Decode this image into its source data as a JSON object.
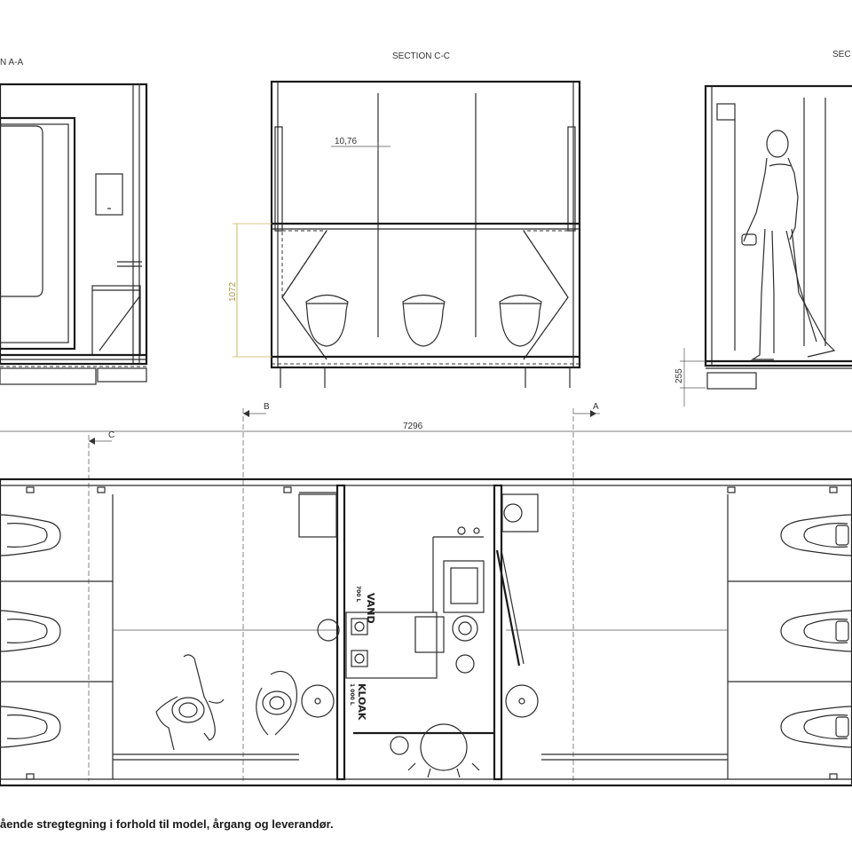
{
  "sections": {
    "a_label": "N A-A",
    "c_label": "SECTION C-C",
    "right_label": "SEC"
  },
  "dimensions": {
    "width_1076": "10,76",
    "height_1072": "1072",
    "height_255": "255",
    "length_7296": "7296"
  },
  "markers": {
    "b": "B",
    "a": "A",
    "c": "C"
  },
  "tanks": {
    "vand_title": "VAND",
    "vand_capacity": "700 L",
    "kloak_title": "KLOAK",
    "kloak_capacity": "1 000 L"
  },
  "caption": "ående stregtegning i forhold til model, årgang og leverandør.",
  "colors": {
    "line": "#2b2b2b",
    "dimension_yellow": "#c9b860",
    "background": "#ffffff"
  }
}
